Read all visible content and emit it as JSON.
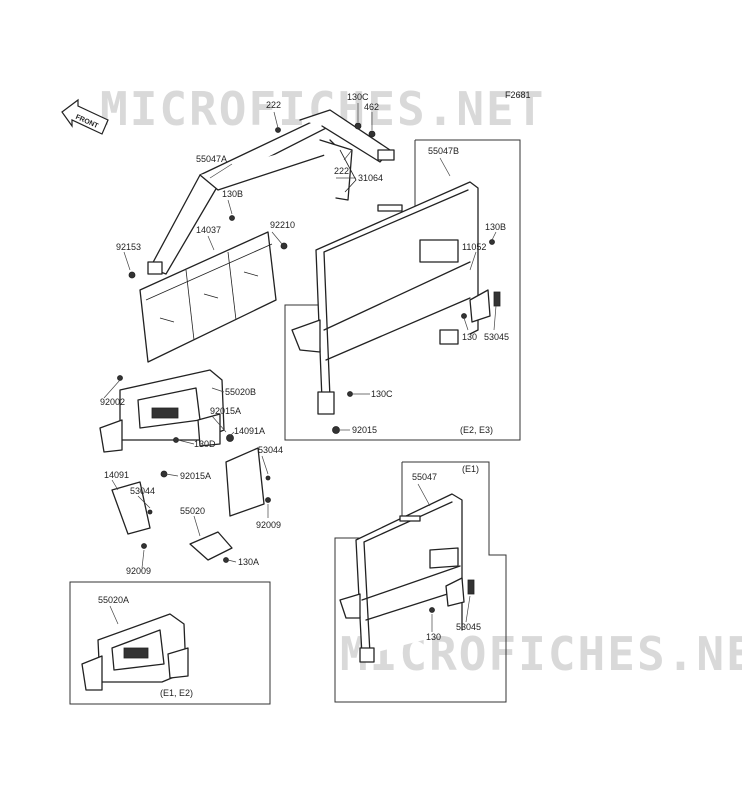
{
  "figure_code": "F2681",
  "watermarks": [
    "MICROFICHES.NET",
    "MICROFICHES.NET"
  ],
  "front_indicator": "FRONT",
  "part_labels": {
    "p222a": "222",
    "p130c_top": "130C",
    "p462": "462",
    "p55047a": "55047A",
    "p55047b": "55047B",
    "p222b": "222",
    "p31064": "31064",
    "p130b_left": "130B",
    "p92210": "92210",
    "p14037": "14037",
    "p92153": "92153",
    "p130b_right": "130B",
    "p11052": "11052",
    "p130_mid": "130",
    "p53045_mid": "53045",
    "p92002": "92002",
    "p55020b": "55020B",
    "p92015a_1": "92015A",
    "p14091a": "14091A",
    "p130d": "130D",
    "p130c_mid": "130C",
    "p92015": "92015",
    "p53044_right": "53044",
    "p92015a_2": "92015A",
    "p14091": "14091",
    "p53044_left": "53044",
    "p55020": "55020",
    "p92009_right": "92009",
    "p92009_left": "92009",
    "p130a": "130A",
    "p55047": "55047",
    "p130_low": "130",
    "p53045_low": "53045",
    "p55020a": "55020A"
  },
  "box_notes": {
    "e2e3": "(E2, E3)",
    "e1": "(E1)",
    "e1e2": "(E1, E2)"
  }
}
